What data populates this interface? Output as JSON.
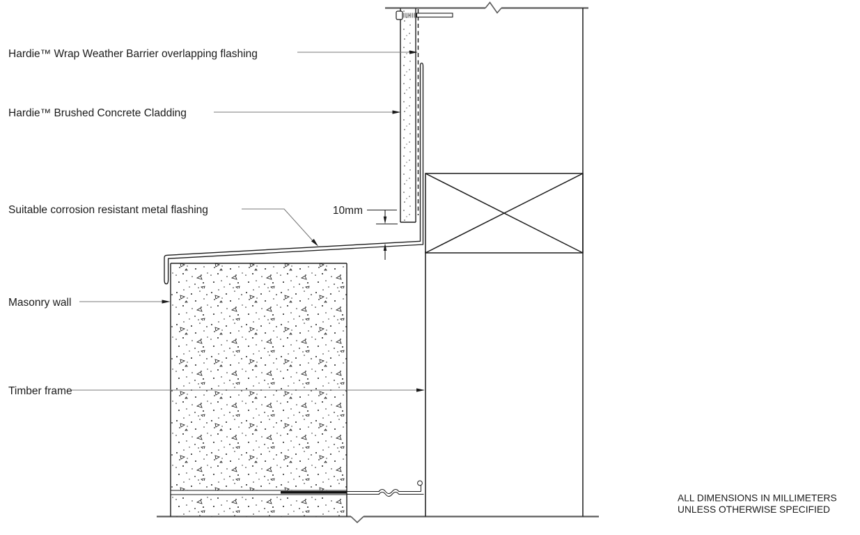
{
  "drawing": {
    "labels": [
      {
        "text": "Hardie™ Wrap Weather Barrier overlapping flashing"
      },
      {
        "text": "Hardie™ Brushed Concrete Cladding"
      },
      {
        "text": "Suitable corrosion resistant metal flashing"
      },
      {
        "text": "Masonry wall"
      },
      {
        "text": "Timber frame"
      }
    ],
    "dimension": {
      "value": "10mm"
    },
    "notes": {
      "line1": "ALL DIMENSIONS IN MILLIMETERS",
      "line2": "UNLESS OTHERWISE SPECIFIED"
    },
    "parts": [
      "cladding-panel",
      "weather-barrier",
      "metal-flashing",
      "masonry-wall",
      "timber-frame",
      "blocking-nog",
      "screw-fastener",
      "dpc-membrane"
    ],
    "colors": {
      "line": "#1a1a1a",
      "cut_line": "#5a5a5a",
      "leader": "#787878",
      "background": "#ffffff"
    }
  }
}
